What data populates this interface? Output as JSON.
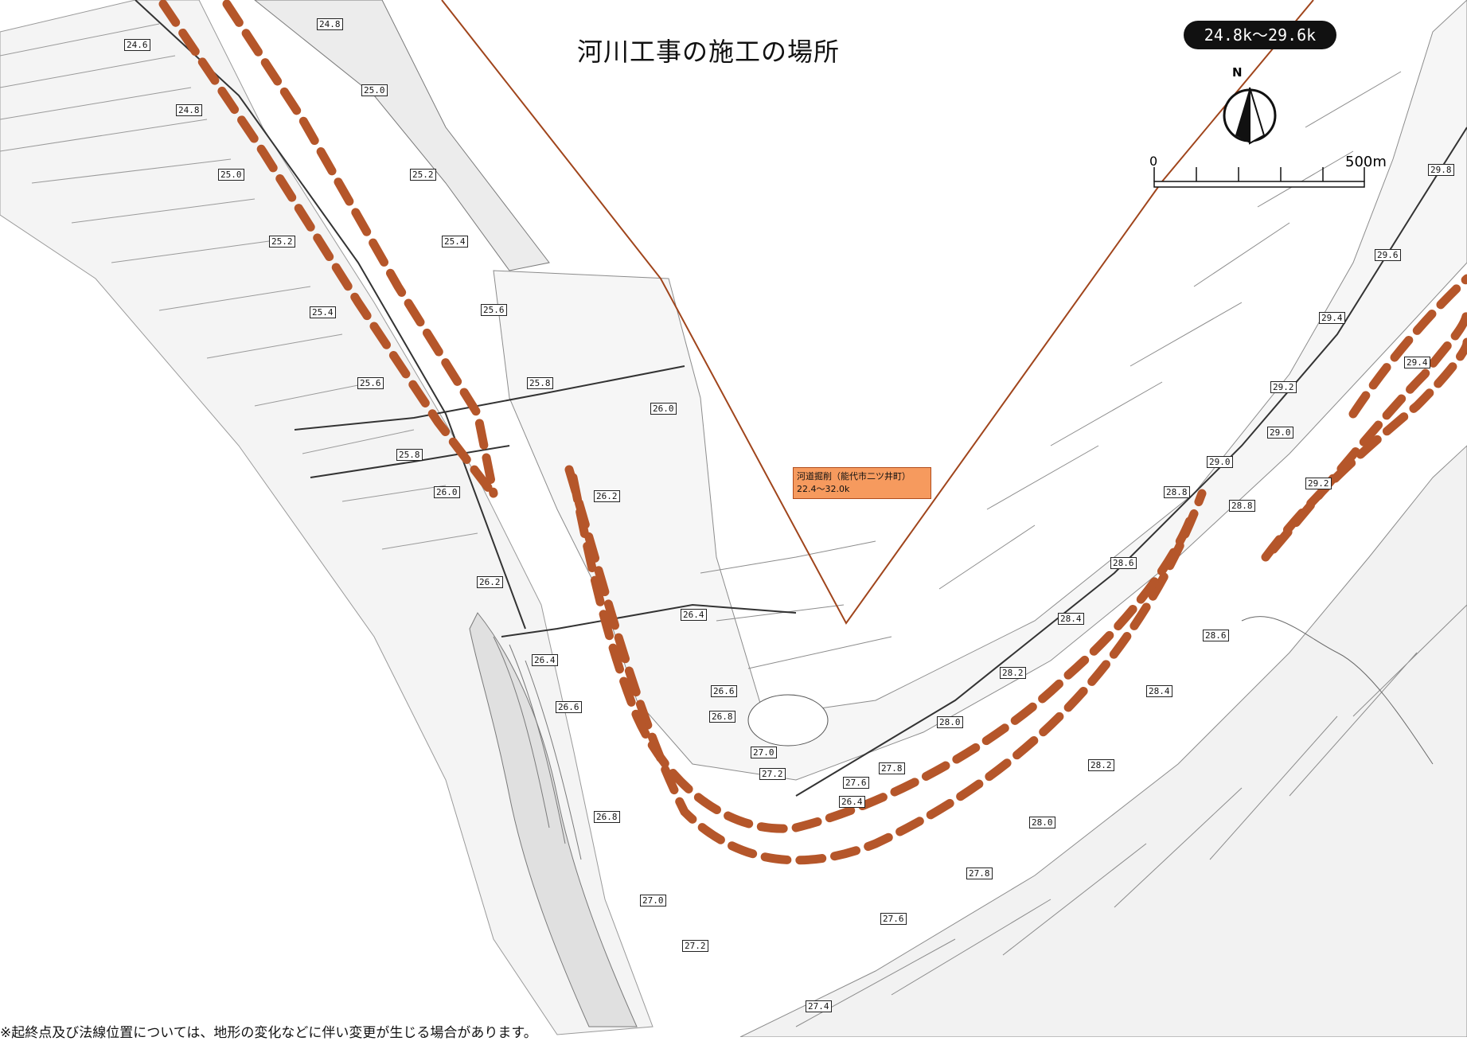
{
  "title": "河川工事の施工の場所",
  "range_badge": "24.8k～29.6k",
  "north_label": "N",
  "scale_bar": {
    "start_label": "0",
    "end_label": "500m"
  },
  "callout": {
    "line1": "河道掘削（能代市二ツ井町）",
    "line2": "22.4～32.0k"
  },
  "footnote": "※起終点及び法線位置については、地形の変化などに伴い変更が生じる場合があります。",
  "colors": {
    "work_area": "#b5562a",
    "leader_line": "#a0451c",
    "callout_fill": "#f69a5e",
    "badge": "#111111"
  },
  "icons": [
    "north-arrow-icon",
    "scale-bar-icon"
  ],
  "km_markers": [
    "24.6",
    "24.8",
    "24.8",
    "25.0",
    "25.0",
    "25.2",
    "25.2",
    "25.4",
    "25.4",
    "25.6",
    "25.6",
    "25.8",
    "25.8",
    "26.0",
    "26.0",
    "26.2",
    "26.2",
    "26.4",
    "26.4",
    "26.6",
    "26.6",
    "26.8",
    "26.8",
    "27.0",
    "27.0",
    "27.2",
    "27.2",
    "26.4",
    "27.4",
    "27.6",
    "27.6",
    "27.8",
    "27.8",
    "28.0",
    "28.0",
    "28.2",
    "28.2",
    "28.4",
    "28.4",
    "28.6",
    "28.6",
    "28.8",
    "28.8",
    "29.0",
    "29.0",
    "29.2",
    "29.2",
    "29.4",
    "29.4",
    "29.6",
    "29.8"
  ]
}
